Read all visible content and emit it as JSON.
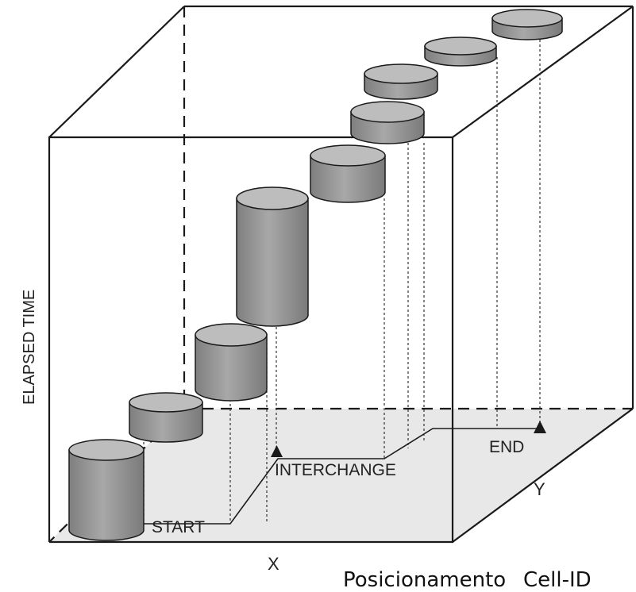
{
  "axes": {
    "x": "X",
    "y": "Y",
    "z": "ELAPSED TIME"
  },
  "markers": {
    "start": "START",
    "interchange": "INTERCHANGE",
    "end": "END"
  },
  "caption": {
    "left": "Posicionamento",
    "right": "Cell-ID"
  },
  "colors": {
    "cylinder_fill": "#9b9b9b",
    "cylinder_top": "#bdbdbd",
    "floor": "#e6e6e6",
    "lines": "#1a1a1a"
  }
}
